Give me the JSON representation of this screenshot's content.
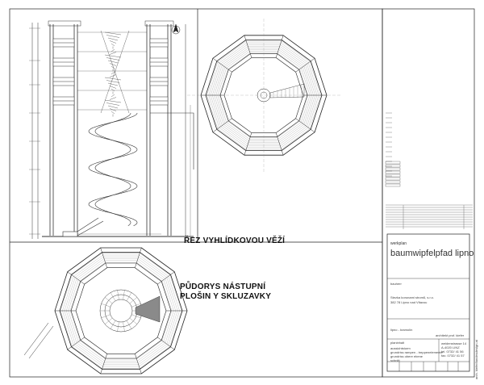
{
  "drawing": {
    "section_label": "ŘEZ VYHLÍDKOVOU VĚŽÍ",
    "plan_label_line1": "PŮDORYS NÁSTUPNÍ",
    "plan_label_line2": "PLOŠIN Y SKLUZAVKY"
  },
  "title_block": {
    "plan_label": "werkplan",
    "project_title": "baumwipfelpfad lipno",
    "client_label": "bauherr",
    "client_line1": "Stezka korunami stromů, s.r.o.",
    "client_line2": "382 78 Lipno nad Vltavou",
    "location": "lipno - kramolín",
    "architect": "architekt prof. kiefer",
    "sheet_label": "planinhalt",
    "content_line1": "aussichtsturm",
    "content_line2": "grundriss rampen - treppenelemente",
    "content_line3": "grundriss obere ebene",
    "content_line4": "schnitt",
    "contact_line1": "weidenstrasse 14",
    "contact_line2": "A-4020 LINZ",
    "contact_line3": "tel. 0732/ 41 56",
    "contact_line4": "fax. 0732/ 41 57",
    "side_text": "arch. kiefer/landesdesign.at"
  },
  "icons": {
    "north_arrow": "north-arrow-icon"
  }
}
